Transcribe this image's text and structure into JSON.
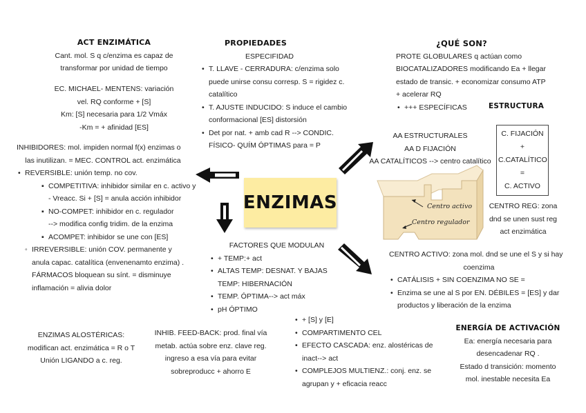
{
  "title": "ENZIMAS",
  "act_enzimatica": {
    "heading": "ACT ENZIMÁTICA",
    "lines": [
      "Cant. mol. S q c/enzima es capaz de",
      "transformar por unidad de tiempo"
    ]
  },
  "michaelis": {
    "lines": [
      "EC. MICHAEL- MENTENS: variación",
      "vel. RQ conforme + [S]",
      "Km: [S] necesaria para 1/2 Vmáx",
      "-Km = + afinidad [ES]"
    ]
  },
  "inhibidores": {
    "intro": [
      "INHIBIDORES: mol. impiden normal f(x) enzimas o",
      "las inutilizan. = MEC. CONTROL act. enzimática"
    ],
    "reversible": "REVERSIBLE: unión temp. no cov.",
    "reversible_items": [
      [
        "COMPETITIVA: inhibidor similar en c. activo y",
        "- Vreacc. Si + [S] = anula acción inhibidor"
      ],
      [
        "NO-COMPET: inhibidor en c. regulador",
        "--> modifica config tridim. de la enzima"
      ],
      [
        "ACOMPET: inhibidor se une con [ES]"
      ]
    ],
    "irreversible": [
      "IRREVERSIBLE: unión COV. permanente y",
      "anula capac. catalítica (envenenamto enzima) .",
      "FÁRMACOS bloquean su sínt. = disminuye",
      "inflamación = alivia dolor"
    ]
  },
  "alostericas": {
    "lines": [
      "ENZIMAS ALOSTÉRICAS:",
      "modifican act. enzimática = R o T",
      "Unión LIGANDO a c. reg."
    ]
  },
  "feedback": {
    "lines": [
      "INHIB. FEED-BACK: prod. final vía",
      "metab. actúa sobre enz. clave reg.",
      "ingreso a esa vía para evitar",
      "sobreproducc + ahorro  E"
    ]
  },
  "propiedades": {
    "heading": "PROPIEDADES",
    "sub": "ESPECIFIDAD",
    "items": [
      [
        "T. LLAVE - CERRADURA: c/enzima solo",
        "puede unirse consu corresp. S = rigidez c.",
        "catalítico"
      ],
      [
        "T. AJUSTE INDUCIDO: S induce el cambio",
        "conformacional [ES] distorsión"
      ],
      [
        "Det por nat. + amb cad R --> CONDIC.",
        "FÍSICO- QUÍM ÓPTIMAS para = P"
      ]
    ]
  },
  "que_son": {
    "heading": "¿QUÉ SON?",
    "lines": [
      "PROTE GLOBULARES q actúan como",
      "BIOCATALIZADORES modificando Ea + llegar",
      "estado de transic. + economizar consumo ATP",
      "+ acelerar RQ"
    ],
    "bullet": "+++ ESPECÍFICAS"
  },
  "estructura": {
    "heading": "ESTRUCTURA",
    "box_lines": [
      "C. FIJACIÓN",
      "+",
      "C.CATALÍTICO",
      "=",
      "C. ACTIVO"
    ]
  },
  "aa": {
    "lines": [
      "AA  ESTRUCTURALES",
      "AA D FIJACIÓN",
      "AA CATALÍTICOS --> centro catalítico"
    ]
  },
  "diagram_labels": {
    "centro_activo": "Centro activo",
    "centro_regulador": "Centro regulador"
  },
  "centro_reg": {
    "lines": [
      "CENTRO REG: zona",
      "dnd se unen sust reg",
      "act enzimática"
    ]
  },
  "centro_activo": {
    "lines": [
      "CENTRO ACTIVO:  zona mol. dnd se une el S y si hay",
      "coenzima"
    ],
    "items": [
      [
        "CATÁLISIS + SIN COENZIMA NO SE ="
      ],
      [
        "Enzima se une al S por EN. DÉBILES = [ES] y dar",
        "productos y liberación de la enzima"
      ]
    ]
  },
  "factores": {
    "heading": "FACTORES QUE MODULAN",
    "items": [
      [
        "+ TEMP:+ act"
      ],
      [
        "ALTAS TEMP: DESNAT. Y BAJAS",
        "TEMP: HIBERNACIÓN"
      ],
      [
        "TEMP. ÓPTIMA--> act máx"
      ],
      [
        "pH ÓPTIMO"
      ]
    ]
  },
  "regulacion": {
    "items": [
      [
        "+ [S] y [E]"
      ],
      [
        "COMPARTIMENTO CEL"
      ],
      [
        "EFECTO CASCADA: enz. alostéricas de",
        "inact--> act"
      ],
      [
        "COMPLEJOS MULTIENZ.: conj. enz. se",
        "agrupan y + eficacia reacc"
      ]
    ]
  },
  "energia": {
    "heading": "ENERGÍA DE ACTIVACIÓN",
    "lines": [
      "Ea: energía necesaria para",
      "desencadenar RQ .",
      "Estado d transición: momento",
      "mol. inestable necesita Ea"
    ]
  },
  "colors": {
    "title_bg": "#fdeca2",
    "diagram_fill": "#f6e7c4",
    "arrow": "#111111"
  }
}
